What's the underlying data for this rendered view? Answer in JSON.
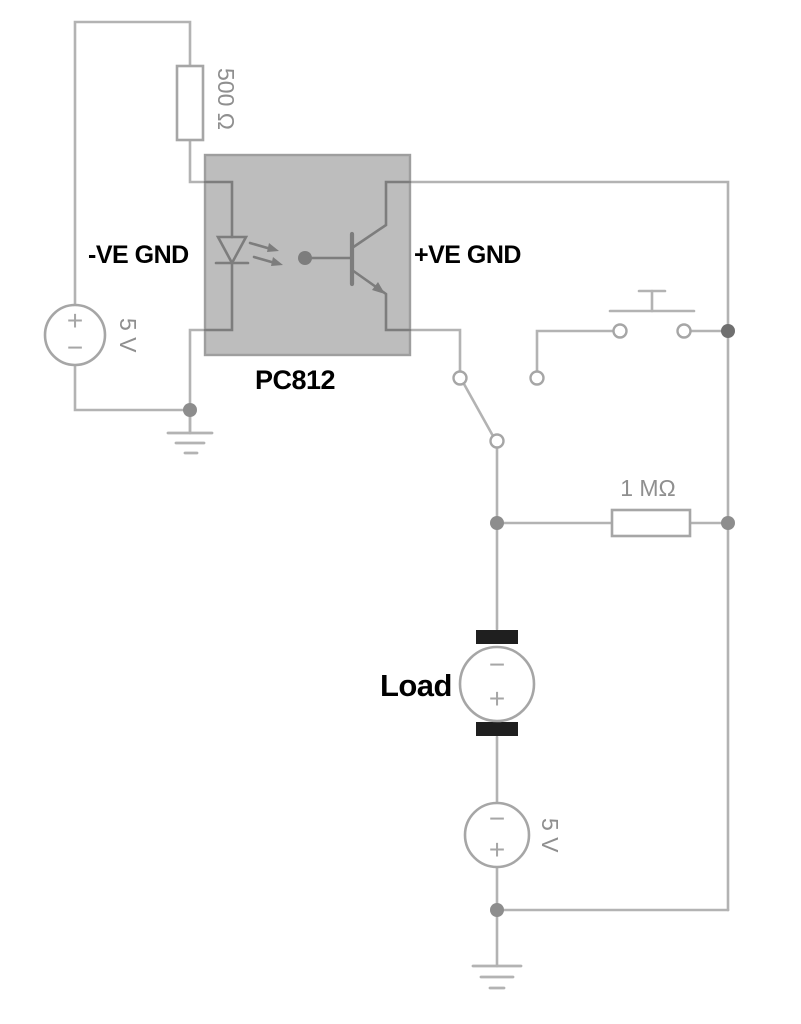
{
  "schematic": {
    "labels": {
      "input_series_resistor": "500 Ω",
      "input_supply": "5 V",
      "input_ground": "-VE GND",
      "output_ground": "+VE GND",
      "optocoupler_part": "PC812",
      "output_resistor": "1 MΩ",
      "load": "Load",
      "output_supply": "5 V"
    },
    "polarity": {
      "plus": "+",
      "minus": "−"
    },
    "colors": {
      "background": "#ffffff",
      "wire": "#b3b3b3",
      "component_outline": "#a6a6a6",
      "ic_body_fill": "#bdbdbd",
      "ic_body_border": "#9e9e9e",
      "internal_symbol": "#7d7d7d",
      "junction_dot": "#8d8d8d",
      "junction_dot_dark": "#6f6f6f",
      "terminal_fill": "#ffffff",
      "load_tab": "#1f1f1f",
      "value_text": "#8f8f8f",
      "label_text": "#000000"
    }
  }
}
